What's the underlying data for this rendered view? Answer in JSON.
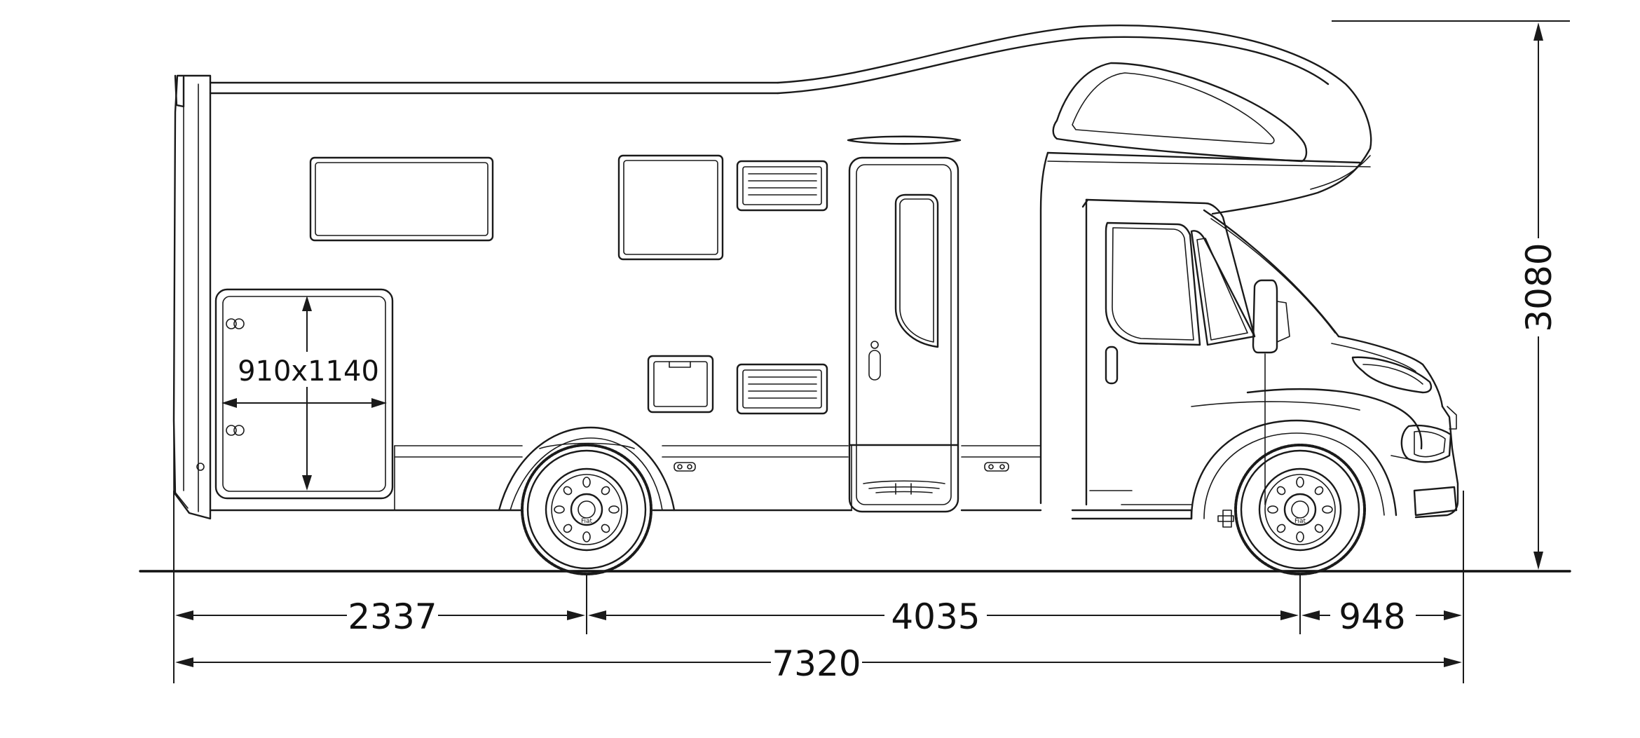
{
  "diagram": {
    "labels": {
      "door_size": "910x1140",
      "height": "3080",
      "rear_overhang": "2337",
      "wheelbase": "4035",
      "front_overhang": "948",
      "overall_length": "7320"
    },
    "wheel_hub_text": "Fiat"
  }
}
